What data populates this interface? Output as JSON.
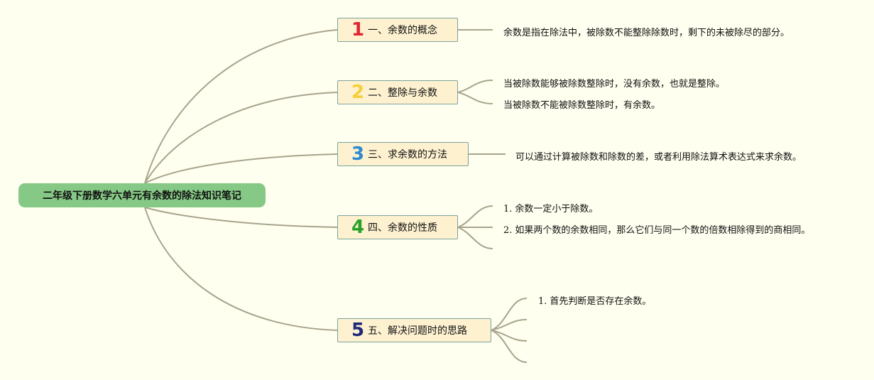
{
  "root": {
    "title": "二年级下册数学六单元有余数的除法知识笔记"
  },
  "colors": {
    "background": "#fffff0",
    "root_fill": "#86c986",
    "branch_fill": "#fdf1d0",
    "branch_border": "#7aa39b",
    "connector": "#a8a48c",
    "num1": "#e02733",
    "num2": "#f5cf3a",
    "num3": "#2d8ad0",
    "num4": "#2aa12a",
    "num5": "#1e2a78"
  },
  "branches": [
    {
      "number": "1",
      "label": "一、余数的概念",
      "children": [
        "余数是指在除法中，被除数不能整除除数时，剩下的未被除尽的部分。"
      ]
    },
    {
      "number": "2",
      "label": "二、整除与余数",
      "children": [
        "当被除数能够被除数整除时，没有余数，也就是整除。",
        "当被除数不能被除数整除时，有余数。"
      ]
    },
    {
      "number": "3",
      "label": "三、求余数的方法",
      "children": [
        "可以通过计算被除数和除数的差，或者利用除法算术表达式来求余数。"
      ]
    },
    {
      "number": "4",
      "label": "四、余数的性质",
      "children": [
        {
          "prefix": "1.",
          "text": "余数一定小于除数。"
        },
        {
          "prefix": "2.",
          "text": "如果两个数的余数相同，那么它们与同一个数的倍数相除得到的商相同。"
        }
      ]
    },
    {
      "number": "5",
      "label": "五、解决问题时的思路",
      "children": [
        {
          "prefix": "1.",
          "text": "首先判断是否存在余数。"
        }
      ]
    }
  ]
}
